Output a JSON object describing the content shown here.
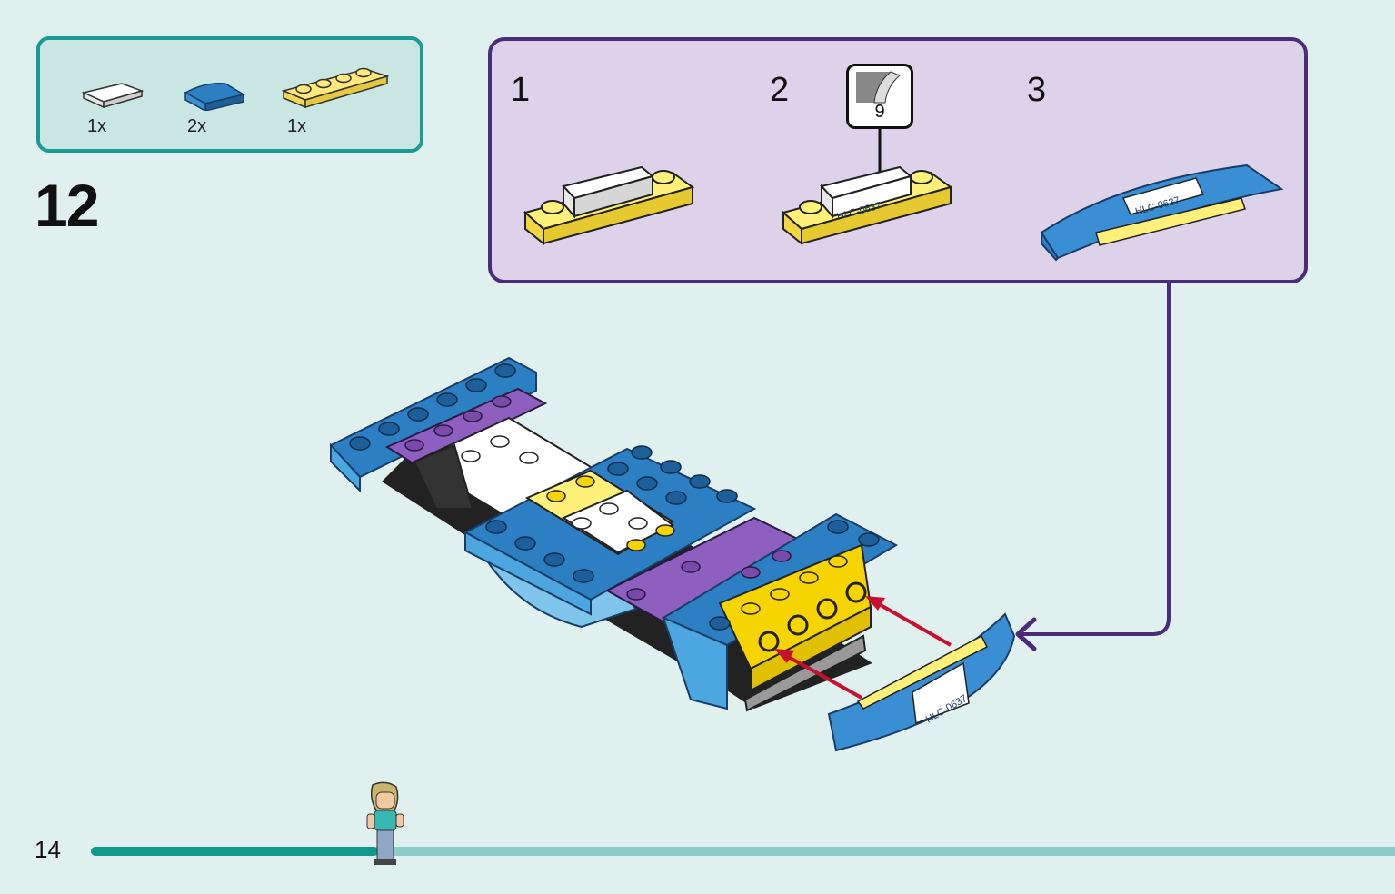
{
  "parts": [
    {
      "name": "white-tile-1x2",
      "qty": "1x",
      "color": "#ffffff"
    },
    {
      "name": "blue-curved-slope",
      "qty": "2x",
      "color": "#2d7fc4"
    },
    {
      "name": "yellow-plate-1x4",
      "qty": "1x",
      "color": "#ffe97a"
    }
  ],
  "step_number": "12",
  "substeps": [
    {
      "label": "1"
    },
    {
      "label": "2"
    },
    {
      "label": "3"
    }
  ],
  "sticker": {
    "number": "9",
    "text": "HLC-0637"
  },
  "page_number": "14",
  "progress": {
    "fraction": 0.22
  },
  "colors": {
    "teal_frame": "#1a9b94",
    "purple_frame": "#4a2c7a",
    "arrow_red": "#c8102e",
    "brick_blue": "#2d7fc4",
    "brick_yellow": "#f5d400",
    "brick_purple": "#8e5fbf"
  }
}
